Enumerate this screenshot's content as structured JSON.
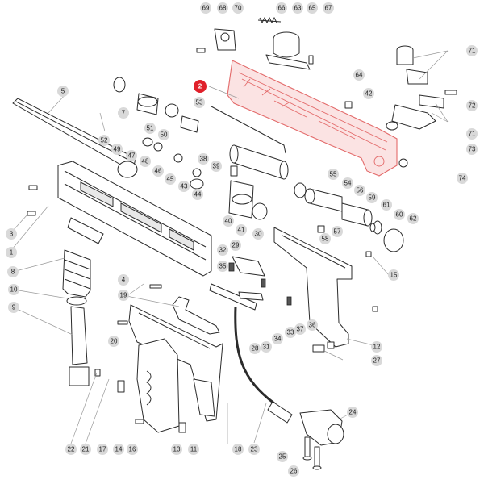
{
  "highlighted_part": "2",
  "colors": {
    "highlight": "#e36a6a",
    "highlight_badge": "#e0202a",
    "callout": "#d9d9d9"
  },
  "callouts": [
    "69",
    "68",
    "70",
    "66",
    "63",
    "67",
    "65",
    "71",
    "64",
    "42",
    "72",
    "2",
    "53",
    "7",
    "5",
    "52",
    "51",
    "50",
    "49",
    "47",
    "48",
    "46",
    "45",
    "43",
    "44",
    "38",
    "39",
    "71",
    "73",
    "74",
    "55",
    "54",
    "56",
    "59",
    "60",
    "61",
    "62",
    "40",
    "41",
    "58",
    "57",
    "3",
    "1",
    "30",
    "29",
    "32",
    "35",
    "15",
    "8",
    "4",
    "10",
    "19",
    "9",
    "20",
    "31",
    "34",
    "33",
    "37",
    "36",
    "12",
    "28",
    "27",
    "22",
    "21",
    "17",
    "14",
    "16",
    "13",
    "11",
    "18",
    "23",
    "24",
    "25",
    "26"
  ]
}
